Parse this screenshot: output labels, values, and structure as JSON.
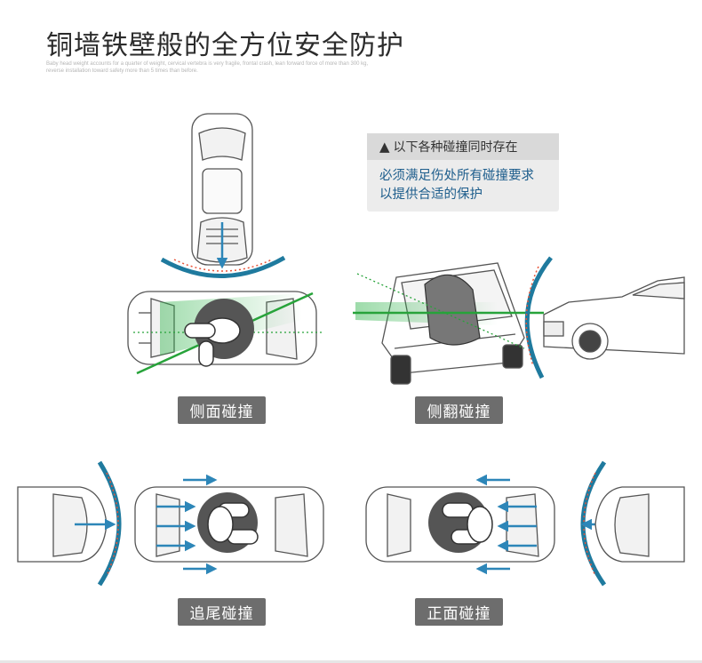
{
  "header": {
    "title": "铜墙铁壁般的全方位安全防护",
    "subtitle": "Baby head weight accounts for a quarter of weight, cervical vertebra is very fragile, frontal crash, lean forward force of more than 300 kg, reverse installation toward safety more than 5 times than before."
  },
  "notice": {
    "icon": "warning-triangle-icon",
    "heading": "以下各种碰撞同时存在",
    "line1": "必须满足伤处所有碰撞要求",
    "line2": "以提供合适的保护"
  },
  "scenarios": {
    "side": "侧面碰撞",
    "rollover": "侧翻碰撞",
    "rear": "追尾碰撞",
    "front": "正面碰撞"
  },
  "colors": {
    "impact_arc": "#1f7a9e",
    "impact_arrow": "#2d86b8",
    "impact_dots": "#e8553a",
    "rotation_axis": "#27a33a",
    "label_bg": "#6d6d6d"
  }
}
